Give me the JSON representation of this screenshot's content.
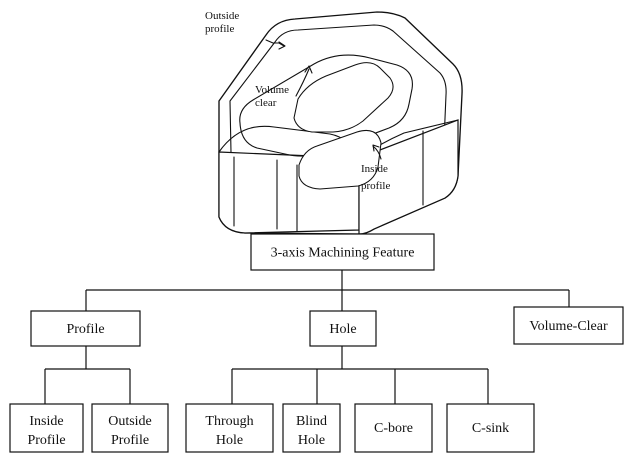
{
  "part": {
    "callouts": {
      "outside_profile": [
        "Outside",
        "profile"
      ],
      "volume_clear": [
        "Volume",
        "clear"
      ],
      "inside_profile": [
        "Inside",
        "profile"
      ]
    }
  },
  "hierarchy": {
    "root": "3-axis Machining Feature",
    "nodes": {
      "profile": "Profile",
      "hole": "Hole",
      "volume_clear": "Volume-Clear",
      "inside_profile": [
        "Inside",
        "Profile"
      ],
      "outside_profile": [
        "Outside",
        "Profile"
      ],
      "through_hole": [
        "Through",
        "Hole"
      ],
      "blind_hole": [
        "Blind",
        "Hole"
      ],
      "c_bore": "C-bore",
      "c_sink": "C-sink"
    }
  }
}
